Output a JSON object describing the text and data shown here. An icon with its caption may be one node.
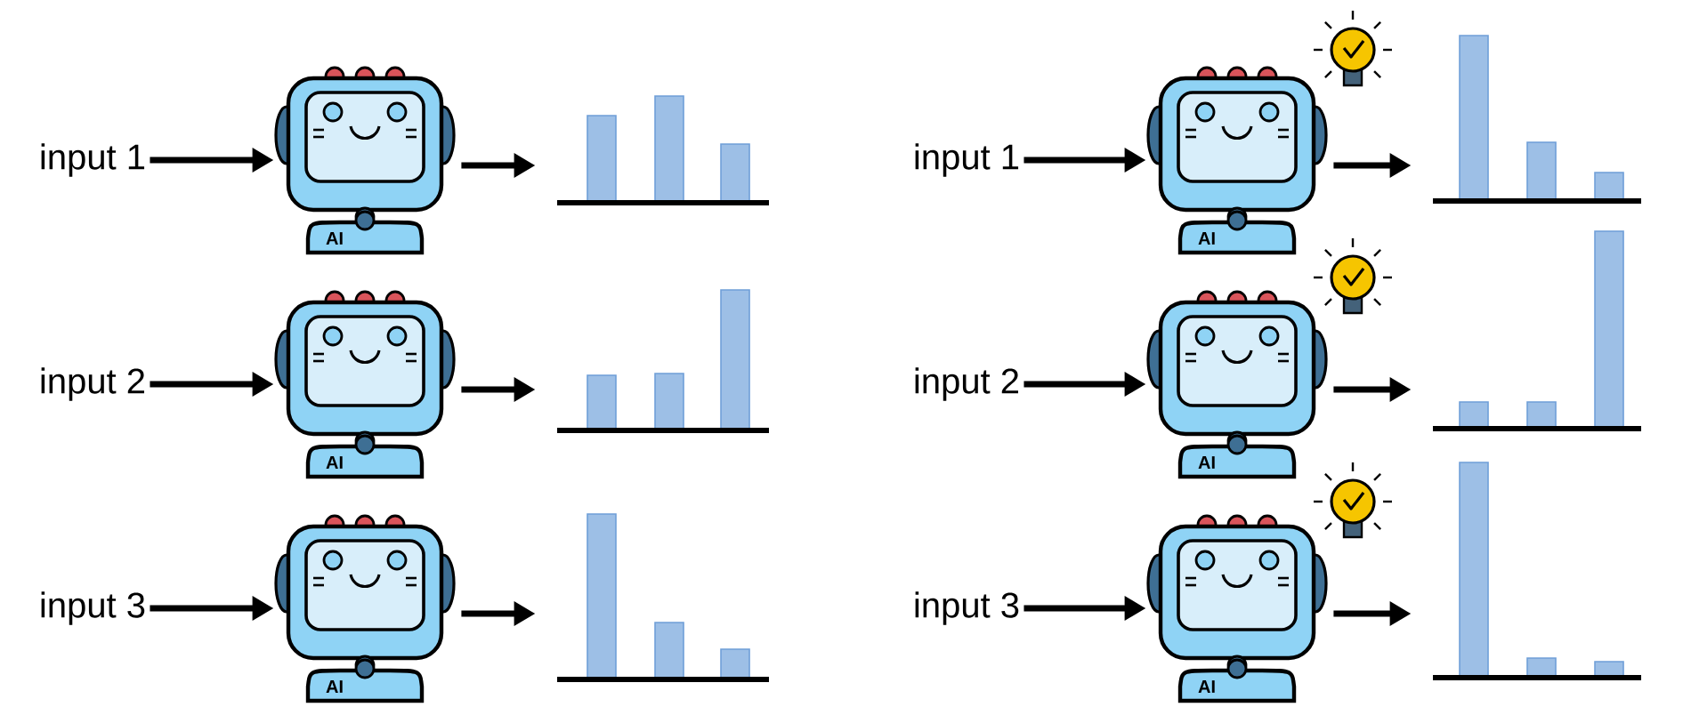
{
  "diagram": {
    "nodes": [
      {
        "text": [
          "input 1"
        ]
      },
      {
        "text": [
          "AI"
        ]
      },
      {
        "text": [],
        "shape": "picture"
      },
      {
        "text": [
          "input 2"
        ]
      },
      {
        "text": [
          "AI"
        ]
      },
      {
        "text": [],
        "shape": "picture"
      },
      {
        "text": [
          "input 3"
        ]
      },
      {
        "text": [
          "AI"
        ]
      },
      {
        "text": [],
        "shape": "picture"
      },
      {
        "text": [
          "input 1"
        ]
      },
      {
        "text": [
          "AI"
        ]
      },
      {
        "text": [],
        "shape": "picture"
      },
      {
        "text": [],
        "shape": "picture"
      },
      {
        "text": [
          "input 2"
        ]
      },
      {
        "text": [
          "AI"
        ]
      },
      {
        "text": [],
        "shape": "picture"
      },
      {
        "text": [],
        "shape": "picture"
      },
      {
        "text": [
          "input 3"
        ]
      },
      {
        "text": [
          "AI"
        ]
      },
      {
        "text": [],
        "shape": "picture"
      },
      {
        "text": [],
        "shape": "picture"
      }
    ],
    "edges": [
      {
        "from": 0,
        "to": 1,
        "arrow": "to"
      },
      {
        "from": 1,
        "to": 2,
        "arrow": "to"
      },
      {
        "from": 3,
        "to": 4,
        "arrow": "to"
      },
      {
        "from": 4,
        "to": 5,
        "arrow": "to"
      },
      {
        "from": 6,
        "to": 7,
        "arrow": "to"
      },
      {
        "from": 7,
        "to": 8,
        "arrow": "to"
      },
      {
        "from": 9,
        "to": 10,
        "arrow": "to"
      },
      {
        "from": 10,
        "to": 12,
        "arrow": "to"
      },
      {
        "from": 13,
        "to": 14,
        "arrow": "to"
      },
      {
        "from": 14,
        "to": 16,
        "arrow": "to"
      },
      {
        "from": 17,
        "to": 18,
        "arrow": "to"
      },
      {
        "from": 18,
        "to": 20,
        "arrow": "to"
      }
    ]
  }
}
